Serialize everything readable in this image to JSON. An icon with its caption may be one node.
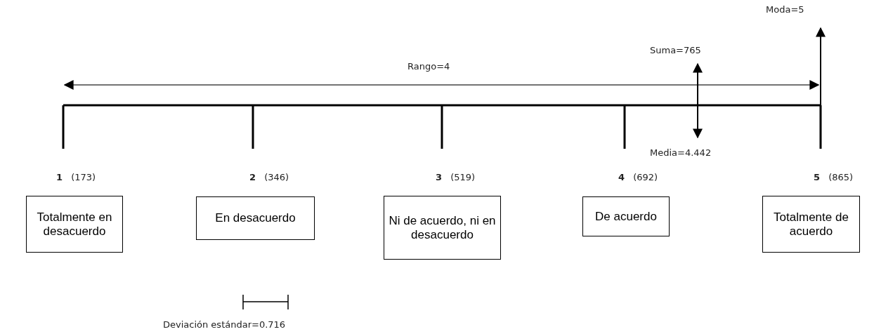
{
  "diagram": {
    "nodes": [
      {
        "text": [
          "Totalmente en desacuerdo"
        ],
        "beside": [
          "**1** (173)"
        ]
      },
      {
        "text": [
          "En desacuerdo"
        ],
        "beside": [
          "**2** (346)"
        ]
      },
      {
        "text": [
          "Ni de acuerdo, ni en desacuerdo"
        ],
        "beside": [
          "**3** (519)"
        ]
      },
      {
        "text": [
          "De acuerdo"
        ],
        "beside": [
          "**4** (692)"
        ]
      },
      {
        "text": [
          "Totalmente de acuerdo"
        ],
        "beside": [
          "**5** (865)"
        ]
      }
    ],
    "edges": [],
    "labels": [
      "Moda=5",
      "Suma=765",
      "Rango=4",
      "Media=4.442",
      "Deviación estándar=0.716"
    ]
  }
}
